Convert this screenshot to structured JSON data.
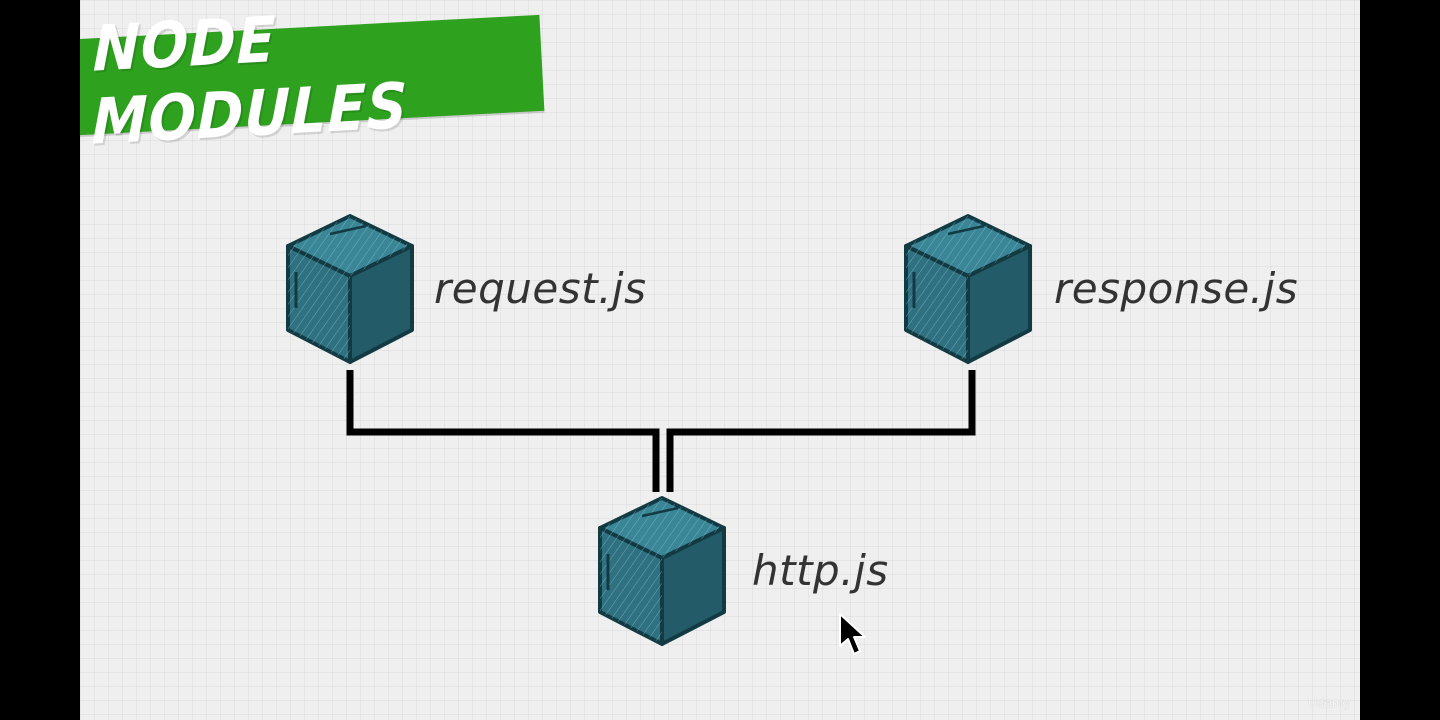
{
  "title": "NODE MODULES",
  "modules": [
    {
      "id": "request",
      "label": "request.js"
    },
    {
      "id": "response",
      "label": "response.js"
    },
    {
      "id": "http",
      "label": "http.js"
    }
  ],
  "connections": [
    {
      "from": "request.js",
      "to": "http.js"
    },
    {
      "from": "response.js",
      "to": "http.js"
    }
  ],
  "watermark": "Udemy",
  "colors": {
    "banner": "#2ea21f",
    "cube_front": "#2f7181",
    "cube_top": "#3a8696",
    "cube_side": "#245b68",
    "line": "#000000",
    "label": "#333333"
  }
}
